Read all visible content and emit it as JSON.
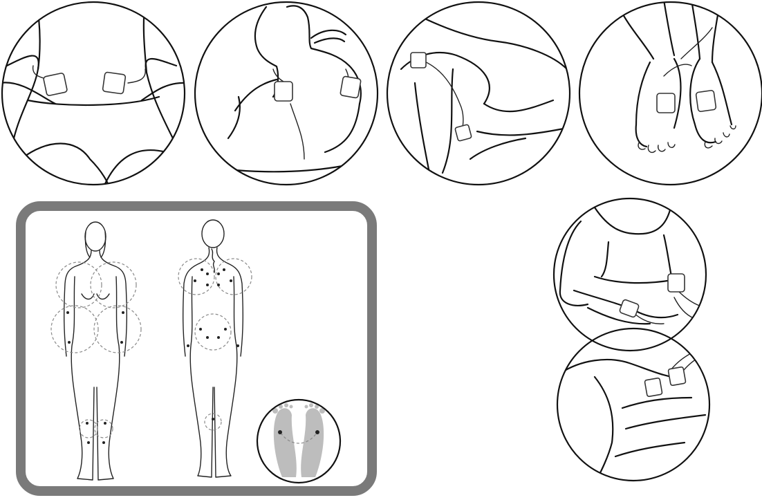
{
  "figure": {
    "panels": [
      {
        "id": "lower-back",
        "pads": 2
      },
      {
        "id": "neck-shoulders",
        "pads": 2
      },
      {
        "id": "knee",
        "pads": 2
      },
      {
        "id": "feet",
        "pads": 2
      },
      {
        "id": "acupoint-chart",
        "views": [
          "front",
          "back",
          "soles"
        ]
      },
      {
        "id": "arm",
        "pads": 2
      },
      {
        "id": "thigh",
        "pads": 2
      }
    ],
    "colors": {
      "line": "#111111",
      "frame": "#7a7a7a",
      "pad_fill": "#ffffff",
      "sole_fill": "#bdbdbd"
    }
  }
}
